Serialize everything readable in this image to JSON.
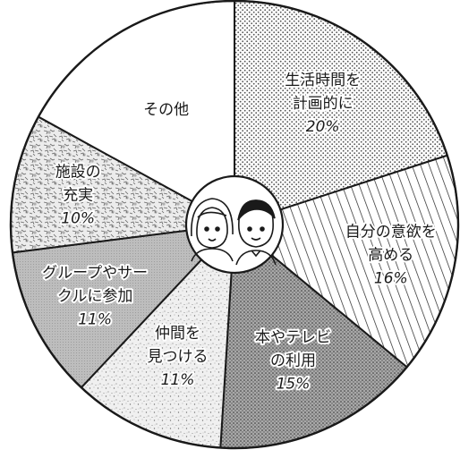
{
  "chart_data": {
    "type": "pie",
    "title": "",
    "start_angle_deg": 0,
    "direction": "clockwise",
    "slices": [
      {
        "key": "plan",
        "lines": [
          "生活時間を",
          "計画的に"
        ],
        "value_label": "20%",
        "value": 20,
        "pattern": "dots"
      },
      {
        "key": "will",
        "lines": [
          "自分の意欲を",
          "高める"
        ],
        "value_label": "16%",
        "value": 16,
        "pattern": "stripes"
      },
      {
        "key": "media",
        "lines": [
          "本やテレビ",
          "の利用"
        ],
        "value_label": "15%",
        "value": 15,
        "pattern": "dense"
      },
      {
        "key": "friend",
        "lines": [
          "仲間を",
          "見つける"
        ],
        "value_label": "11%",
        "value": 11,
        "pattern": "speckle"
      },
      {
        "key": "group",
        "lines": [
          "グループやサー",
          "クルに参加"
        ],
        "value_label": "11%",
        "value": 11,
        "pattern": "gray"
      },
      {
        "key": "facility",
        "lines": [
          "施設の",
          "充実"
        ],
        "value_label": "10%",
        "value": 10,
        "pattern": "scribble"
      },
      {
        "key": "other",
        "lines": [
          "その他"
        ],
        "value_label": "",
        "value": 17,
        "pattern": "none"
      }
    ],
    "center_icon": "two-people-icon"
  },
  "colors": {
    "stroke": "#1a1a1a",
    "background": "#ffffff",
    "gray_fill": "#b8b8b8",
    "dense_fill": "#9a9a9a",
    "dot_color": "#555555"
  }
}
